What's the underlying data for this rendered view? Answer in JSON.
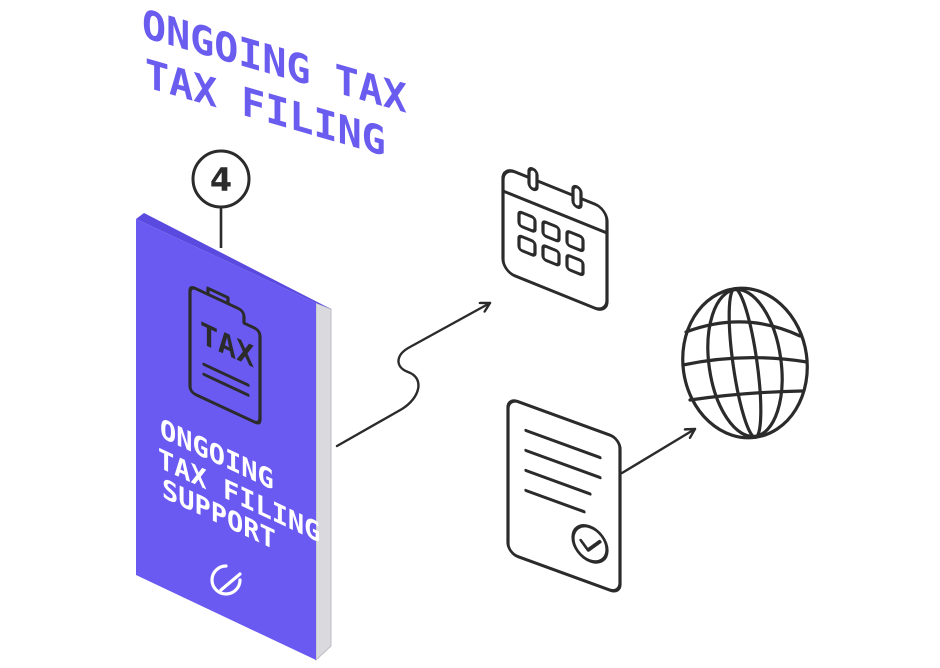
{
  "heading": {
    "line1": "ONGOING TAX",
    "line2": "TAX FILING"
  },
  "step": {
    "number": "4"
  },
  "card": {
    "icon_label": "TAX",
    "line1": "ONGOING",
    "line2": "TAX FILING",
    "line3": "SUPPORT"
  },
  "icons": {
    "card_document": "tax-document-icon",
    "card_logo": "check-logo-icon",
    "calendar": "calendar-icon",
    "globe": "globe-icon",
    "certificate": "certificate-document-icon",
    "badge": "check-badge-icon"
  },
  "colors": {
    "accent": "#6B5CF0",
    "card": "#6A5AF2",
    "card_edge": "#D9D9DE",
    "ink": "#2B2B2B",
    "text_on_card": "#FFFFFF"
  }
}
